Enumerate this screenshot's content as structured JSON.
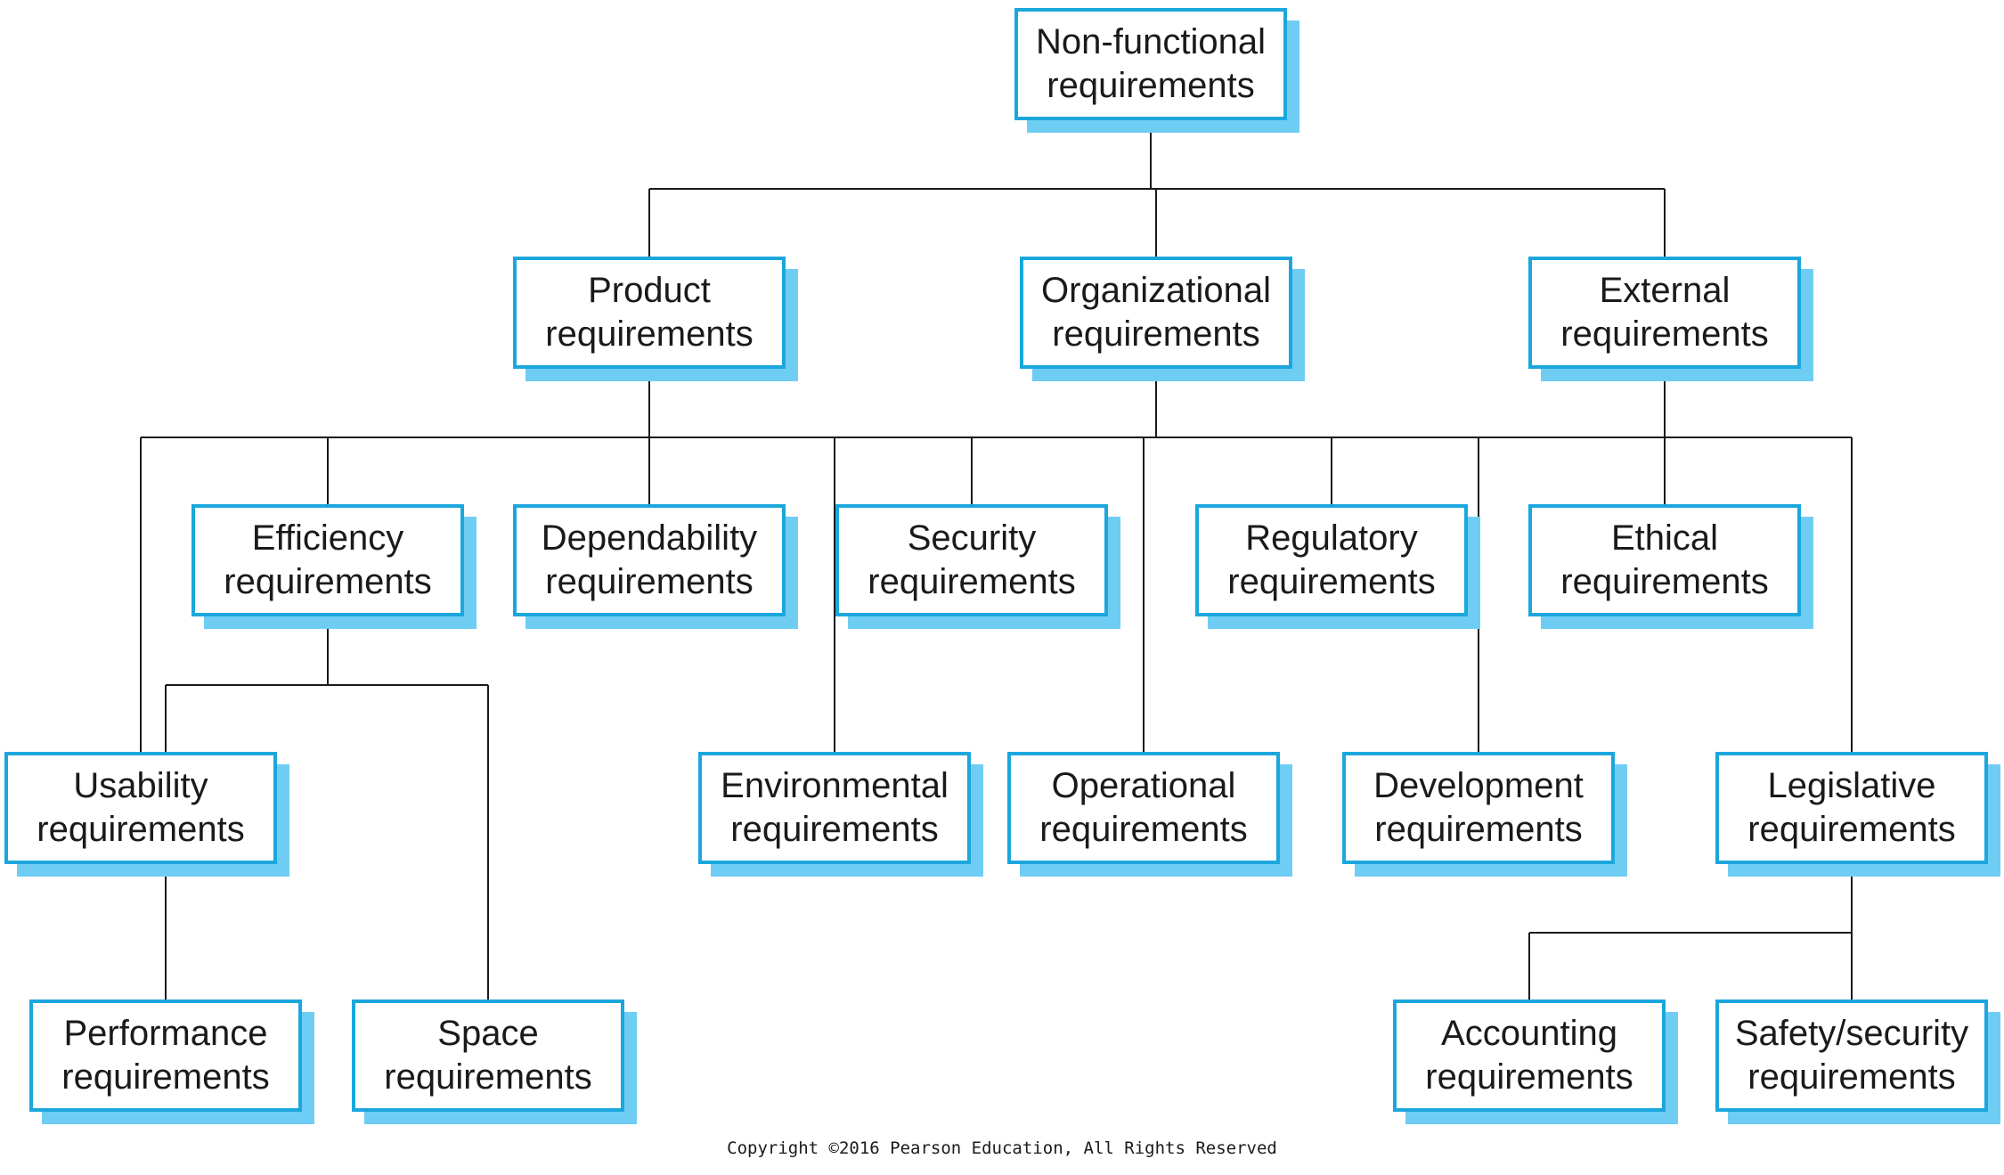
{
  "nodes": {
    "nonfunctional": {
      "line1": "Non-functional",
      "line2": "requirements"
    },
    "product": {
      "line1": "Product",
      "line2": "requirements"
    },
    "organizational": {
      "line1": "Organizational",
      "line2": "requirements"
    },
    "external": {
      "line1": "External",
      "line2": "requirements"
    },
    "efficiency": {
      "line1": "Efficiency",
      "line2": "requirements"
    },
    "dependability": {
      "line1": "Dependability",
      "line2": "requirements"
    },
    "security": {
      "line1": "Security",
      "line2": "requirements"
    },
    "regulatory": {
      "line1": "Regulatory",
      "line2": "requirements"
    },
    "ethical": {
      "line1": "Ethical",
      "line2": "requirements"
    },
    "usability": {
      "line1": "Usability",
      "line2": "requirements"
    },
    "environmental": {
      "line1": "Environmental",
      "line2": "requirements"
    },
    "operational": {
      "line1": "Operational",
      "line2": "requirements"
    },
    "development": {
      "line1": "Development",
      "line2": "requirements"
    },
    "legislative": {
      "line1": "Legislative",
      "line2": "requirements"
    },
    "performance": {
      "line1": "Performance",
      "line2": "requirements"
    },
    "space": {
      "line1": "Space",
      "line2": "requirements"
    },
    "accounting": {
      "line1": "Accounting",
      "line2": "requirements"
    },
    "safety": {
      "line1": "Safety/security",
      "line2": "requirements"
    }
  },
  "edges": [
    [
      "nonfunctional",
      "product"
    ],
    [
      "nonfunctional",
      "organizational"
    ],
    [
      "nonfunctional",
      "external"
    ],
    [
      "product",
      "usability"
    ],
    [
      "product",
      "efficiency"
    ],
    [
      "product",
      "dependability"
    ],
    [
      "product",
      "security"
    ],
    [
      "efficiency",
      "performance"
    ],
    [
      "efficiency",
      "space"
    ],
    [
      "organizational",
      "environmental"
    ],
    [
      "organizational",
      "operational"
    ],
    [
      "organizational",
      "development"
    ],
    [
      "external",
      "regulatory"
    ],
    [
      "external",
      "ethical"
    ],
    [
      "external",
      "legislative"
    ],
    [
      "legislative",
      "accounting"
    ],
    [
      "legislative",
      "safety"
    ]
  ],
  "colors": {
    "border": "#1ba7dd",
    "shadow": "#6fcdf4",
    "line": "#1a1a1a",
    "text": "#1a1a1a"
  },
  "copyright": "Copyright ©2016 Pearson Education, All Rights Reserved"
}
